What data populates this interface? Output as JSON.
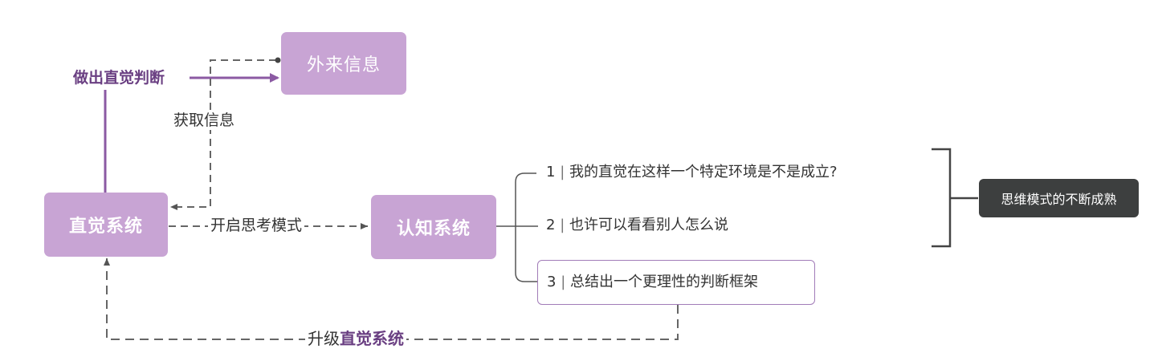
{
  "nodes": {
    "intuition_system": "直觉系统",
    "external_info": "外来信息",
    "cognitive_system": "认知系统",
    "mature_mode": "思维模式的不断成熟"
  },
  "edges": {
    "make_judgment": "做出直觉判断",
    "get_info": "获取信息",
    "start_thinking": "开启思考模式",
    "upgrade_prefix": "升级",
    "upgrade_target": "直觉系统"
  },
  "branches": [
    {
      "number": "1",
      "sep": "|",
      "text": "我的直觉在这样一个特定环境是不是成立?"
    },
    {
      "number": "2",
      "sep": "|",
      "text": "也许可以看看别人怎么说"
    },
    {
      "number": "3",
      "sep": "|",
      "text": "总结出一个更理性的判断框架"
    }
  ],
  "colors": {
    "node_fill": "#c8a4d4",
    "accent_purple": "#8b5aa3",
    "dark_node": "#3d3f3f",
    "dashed_line": "#666666"
  }
}
